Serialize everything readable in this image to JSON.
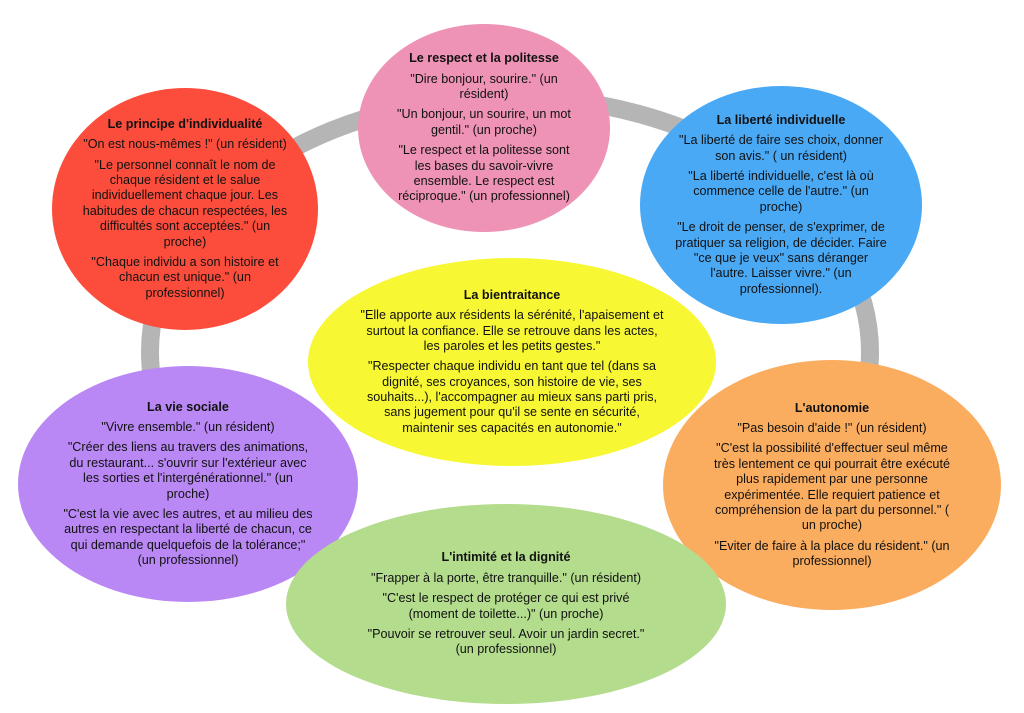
{
  "colors": {
    "ring": "#b5b5b5",
    "respect": "#ee93b5",
    "individualite": "#fc4d3c",
    "liberte": "#4aa9f5",
    "bientraitance": "#f7f734",
    "sociale": "#b988f4",
    "autonomie": "#fbad5f",
    "intimite": "#b3dc8d"
  },
  "nodes": {
    "respect": {
      "title": "Le respect et la politesse",
      "quotes": [
        "\"Dire bonjour, sourire.\" (un résident)",
        "\"Un bonjour, un sourire, un mot gentil.\" (un proche)",
        "\"Le respect et la politesse sont les bases du savoir-vivre ensemble. Le respect est réciproque.\" (un professionnel)"
      ]
    },
    "individualite": {
      "title": "Le principe d'individualité",
      "quotes": [
        "\"On est nous-mêmes !\" (un résident)",
        "\"Le personnel connaît le nom de chaque résident et le salue individuellement chaque jour. Les habitudes de chacun respectées, les difficultés sont acceptées.\" (un proche)",
        "\"Chaque individu a son histoire et chacun est unique.\" (un professionnel)"
      ]
    },
    "liberte": {
      "title": "La liberté individuelle",
      "quotes": [
        "\"La liberté de faire ses choix, donner son avis.\" ( un résident)",
        "\"La liberté individuelle, c'est là où commence celle de l'autre.\" (un proche)",
        "\"Le droit de penser, de s'exprimer, de pratiquer sa religion, de décider. Faire \"ce que je veux\" sans déranger l'autre. Laisser vivre.\" (un professionnel)."
      ]
    },
    "bientraitance": {
      "title": "La bientraitance",
      "quotes": [
        "\"Elle apporte aux résidents la sérénité, l'apaisement et surtout la confiance. Elle se retrouve dans les actes, les paroles et les petits gestes.\"",
        "\"Respecter chaque individu en tant que tel (dans sa dignité, ses croyances, son histoire de vie, ses souhaits...), l'accompagner au mieux sans parti pris, sans jugement pour qu'il se sente en sécurité, maintenir ses capacités en autonomie.\""
      ]
    },
    "sociale": {
      "title": "La vie sociale",
      "quotes": [
        "\"Vivre ensemble.\" (un résident)",
        "\"Créer des liens au travers des animations, du restaurant... s'ouvrir sur l'extérieur avec les sorties et l'intergénérationnel.\" (un proche)",
        "\"C'est la vie avec les autres, et au milieu des autres en respectant la liberté de chacun, ce qui demande quelquefois de la tolérance;\" (un professionnel)"
      ]
    },
    "autonomie": {
      "title": "L'autonomie",
      "quotes": [
        "\"Pas besoin d'aide !\" (un résident)",
        "\"C'est la possibilité d'effectuer seul même très lentement ce qui pourrait être exécuté plus rapidement par une personne expérimentée. Elle requiert patience et compréhension de la part du personnel.\" ( un proche)",
        "\"Eviter de faire à la place du résident.\" (un professionnel)"
      ]
    },
    "intimite": {
      "title": "L'intimité et la dignité",
      "quotes": [
        "\"Frapper à la porte, être tranquille.\" (un résident)",
        "\"C'est le respect de protéger ce qui est privé (moment de toilette...)\" (un proche)",
        "\"Pouvoir se retrouver seul. Avoir un jardin secret.\" (un professionnel)"
      ]
    }
  }
}
